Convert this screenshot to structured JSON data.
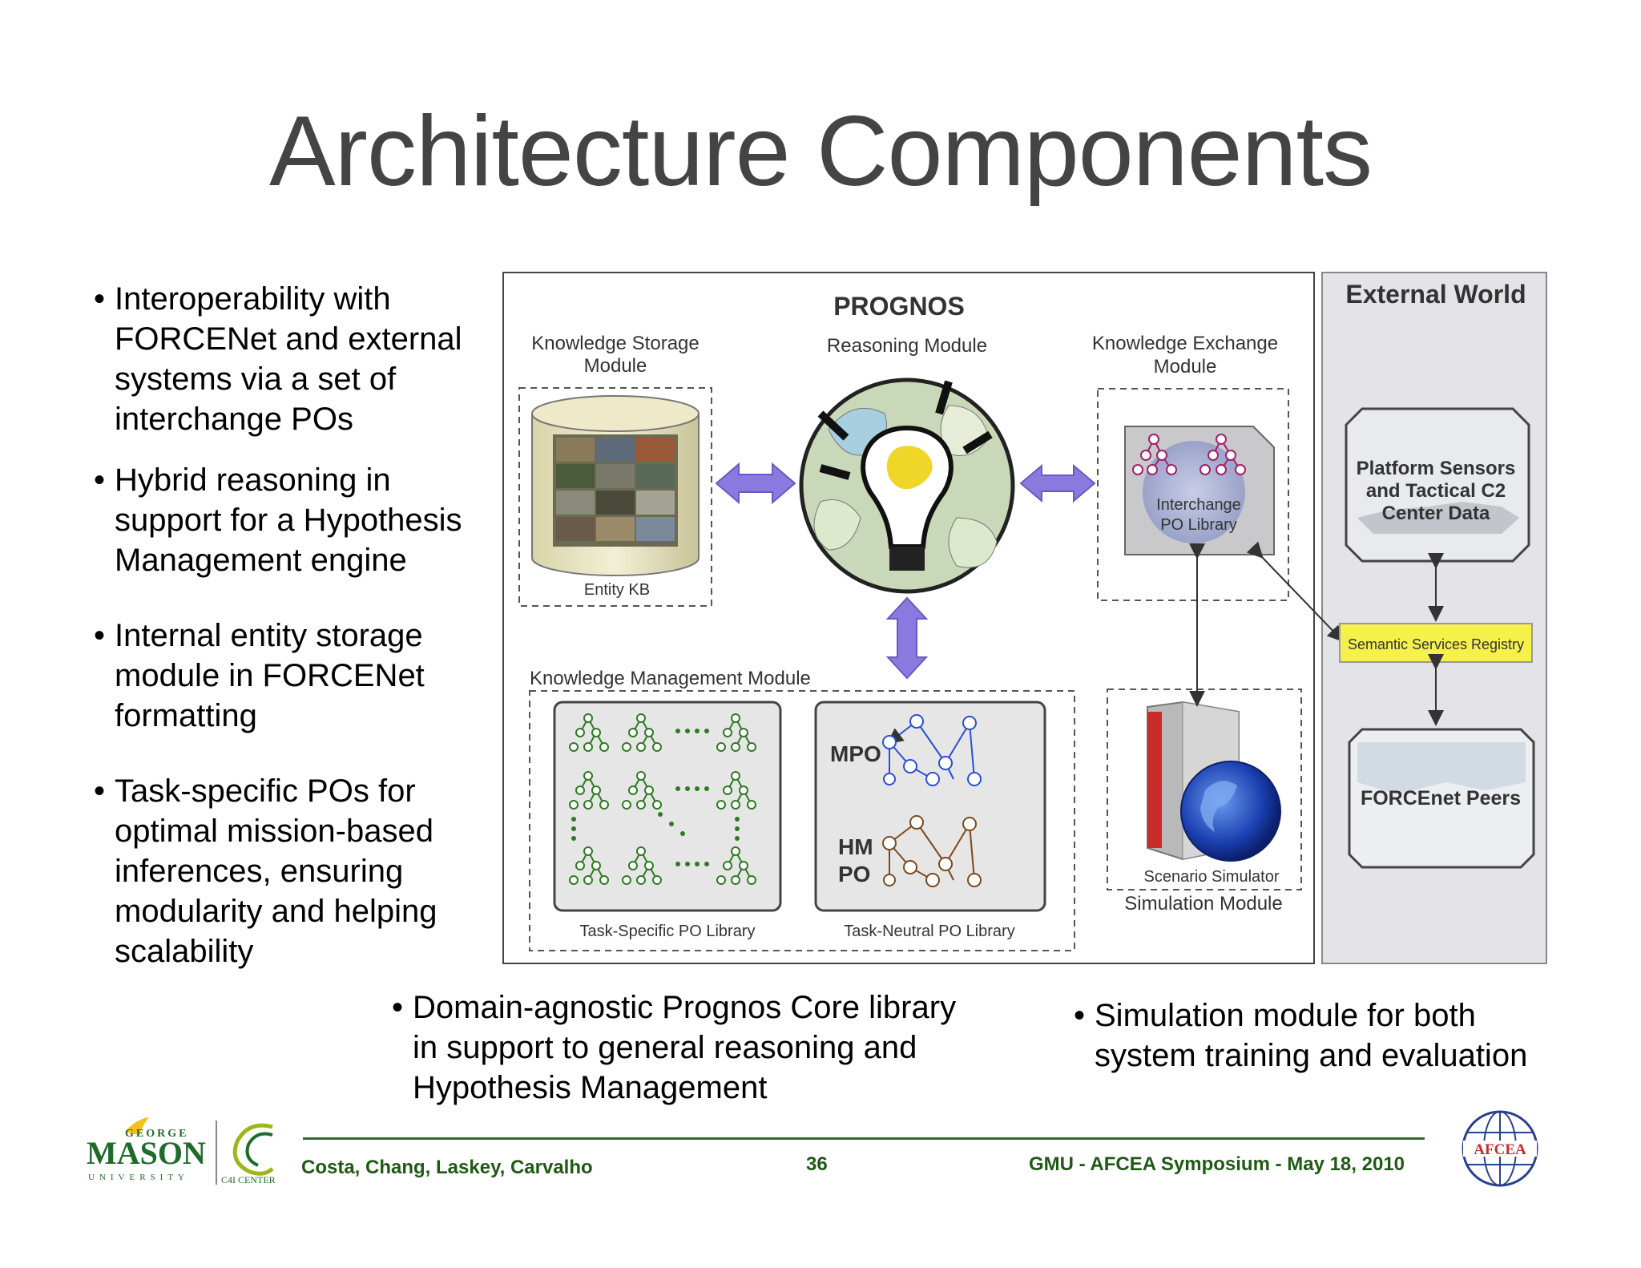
{
  "slide": {
    "title": "Architecture Components",
    "bullets_left": [
      "Interoperability with\nFORCENet and external\nsystems via a set of\ninterchange POs",
      "Hybrid reasoning in\nsupport for a Hypothesis\nManagement engine",
      "Internal entity storage\nmodule in FORCENet\nformatting",
      "Task-specific POs for\noptimal mission-based\ninferences, ensuring\nmodularity and helping\nscalability"
    ],
    "bullet_bottom_center": "Domain-agnostic Prognos Core library\nin support to general reasoning and\nHypothesis Management",
    "bullet_bottom_right": "Simulation module for both\nsystem training and evaluation",
    "bullet_glyph": "•"
  },
  "diagram": {
    "prognos_title": "PROGNOS",
    "reasoning_module": "Reasoning Module",
    "knowledge_storage_line1": "Knowledge Storage",
    "knowledge_storage_line2": "Module",
    "entity_kb": "Entity KB",
    "knowledge_exchange_line1": "Knowledge Exchange",
    "knowledge_exchange_line2": "Module",
    "interchange_line1": "Interchange",
    "interchange_line2": "PO Library",
    "knowledge_management": "Knowledge Management Module",
    "task_specific_library": "Task-Specific PO Library",
    "task_neutral_library": "Task-Neutral PO Library",
    "mpo": "MPO",
    "hm_line1": "HM",
    "hm_line2": "PO",
    "scenario_simulator": "Scenario Simulator",
    "simulation_module": "Simulation Module",
    "external_world": "External World",
    "platform_line1": "Platform Sensors",
    "platform_line2": "and Tactical C2",
    "platform_line3": "Center Data",
    "semantic_registry": "Semantic Services Registry",
    "forcenet_peers": "FORCEnet Peers",
    "colors": {
      "prognos_green": "#5a9a2e",
      "external_blue": "#1f3f8f",
      "arrow_purple": "#8a7ae0",
      "mpo_blue": "#2a4fd6",
      "hm_brown": "#a06b2a",
      "registry_yellow": "#f5f04a"
    }
  },
  "footer": {
    "authors": "Costa, Chang, Laskey, Carvalho",
    "page_number": "36",
    "event": "GMU - AFCEA Symposium - May 18, 2010",
    "logo_mason_word": "MASON",
    "logo_george_word": "GEORGE",
    "logo_university_word": "UNIVERSITY",
    "logo_c4i": "C4I CENTER",
    "logo_afcea": "AFCEA"
  }
}
